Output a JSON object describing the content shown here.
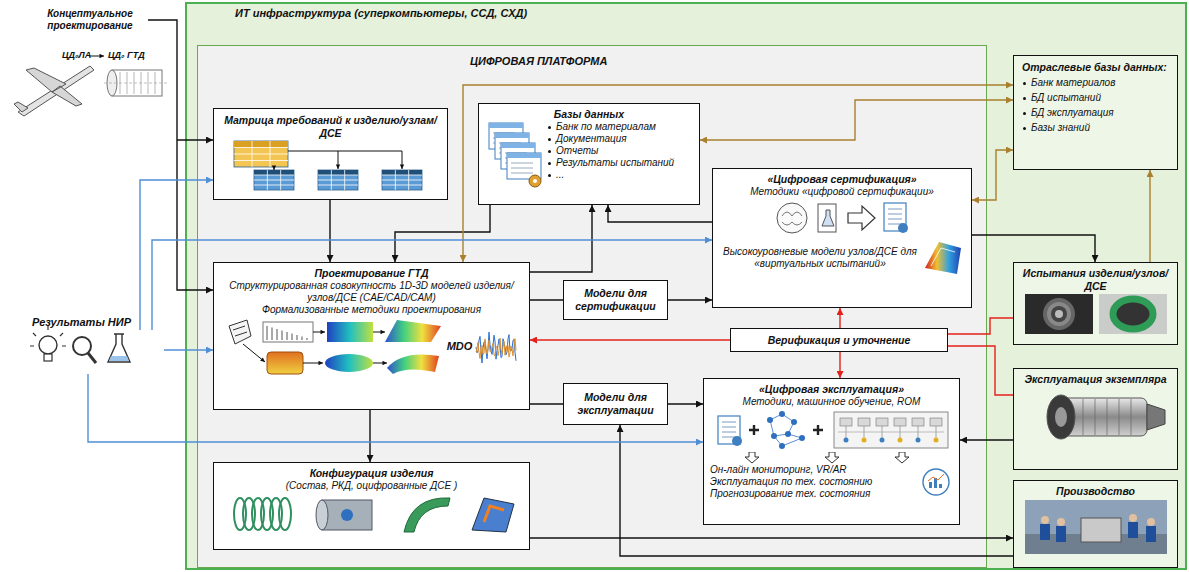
{
  "diagram": {
    "nodes": [
      {
        "text": [
          "ИТ инфраструктура (суперкомпьютеры, ССД, СХД)"
        ]
      },
      {
        "text": [
          "ЦИФРОВАЯ ПЛАТФОРМА"
        ],
        "in": 0
      },
      {
        "text": [
          "Матрица требований к изделию/узлам/ДСЕ"
        ],
        "in": 1
      },
      {
        "text": [
          "Базы данных",
          "Банк по материалам",
          "Документация",
          "Отчеты",
          "Результаты испытаний",
          "..."
        ],
        "in": 1
      },
      {
        "text": [
          "Проектирование ГТД",
          "Структурированная совокупность 1D-3D моделей изделия/узлов/ДСЕ (CAE/CAD/CAM)",
          "Формализованные методики проектирования",
          "MDO"
        ],
        "in": 1
      },
      {
        "text": [
          "Модели для сертификации"
        ],
        "in": 1
      },
      {
        "text": [
          "«Цифровая сертификация»",
          "Методики «цифровой сертификации»",
          "Высокоуровневые модели узлов/ДСЕ для «виртуальных испытаний»"
        ],
        "in": 1
      },
      {
        "text": [
          "Верификация и уточнение"
        ],
        "in": 1
      },
      {
        "text": [
          "Модели для эксплуатации"
        ],
        "in": 1
      },
      {
        "text": [
          "«Цифровая эксплуатация»",
          "Методики, машинное обучение, ROM",
          "Он-лайн мониторинг, VR/AR",
          "Эксплуатация по тех. состоянию",
          "Прогнозирование тех. состояния"
        ],
        "in": 1
      },
      {
        "text": [
          "Конфигурация изделия",
          "(Состав, РКД, оцифрованные ДСЕ )"
        ],
        "in": 1
      },
      {
        "text": [
          "Отраслевые базы данных:",
          "Банк материалов",
          "БД испытаний",
          "БД эксплуатация",
          "Базы знаний"
        ],
        "in": 0
      },
      {
        "text": [
          "Испытания изделия/узлов/ДСЕ"
        ],
        "in": 0
      },
      {
        "text": [
          "Эксплуатация экземпляра"
        ],
        "in": 0
      },
      {
        "text": [
          "Производство"
        ],
        "in": 0
      }
    ],
    "edges": [
      {
        "from": 2,
        "to": 4,
        "arrow": "to"
      },
      {
        "from": 3,
        "to": 4,
        "arrow": "to"
      },
      {
        "from": 4,
        "to": 3,
        "arrow": "to"
      },
      {
        "from": 6,
        "to": 3,
        "arrow": "to"
      },
      {
        "from": 11,
        "to": 3,
        "arrow": "both"
      },
      {
        "from": 11,
        "to": 4,
        "arrow": "both"
      },
      {
        "from": 11,
        "to": 6,
        "arrow": "both"
      },
      {
        "from": 12,
        "to": 11,
        "arrow": "to"
      },
      {
        "from": 6,
        "to": 12,
        "arrow": "to"
      },
      {
        "from": 4,
        "to": 5,
        "arrow": "none"
      },
      {
        "from": 5,
        "to": 6,
        "arrow": "to"
      },
      {
        "from": 4,
        "to": 8,
        "arrow": "none"
      },
      {
        "from": 8,
        "to": 9,
        "arrow": "to"
      },
      {
        "from": 4,
        "to": 10,
        "arrow": "to"
      },
      {
        "from": 7,
        "to": 4,
        "arrow": "to"
      },
      {
        "from": 7,
        "to": 6,
        "arrow": "to"
      },
      {
        "from": 7,
        "to": 9,
        "arrow": "to"
      },
      {
        "from": 12,
        "to": 7,
        "arrow": "none"
      },
      {
        "from": 13,
        "to": 7,
        "arrow": "none"
      },
      {
        "from": 13,
        "to": 9,
        "arrow": "to"
      },
      {
        "from": 10,
        "to": 14,
        "arrow": "to"
      },
      {
        "from": 14,
        "to": 8,
        "arrow": "to"
      }
    ],
    "labels": [
      "Концептуальное проектирование",
      "ЦД₀ЛА",
      "ЦД₀ ГТД",
      "Результаты НИР"
    ]
  }
}
